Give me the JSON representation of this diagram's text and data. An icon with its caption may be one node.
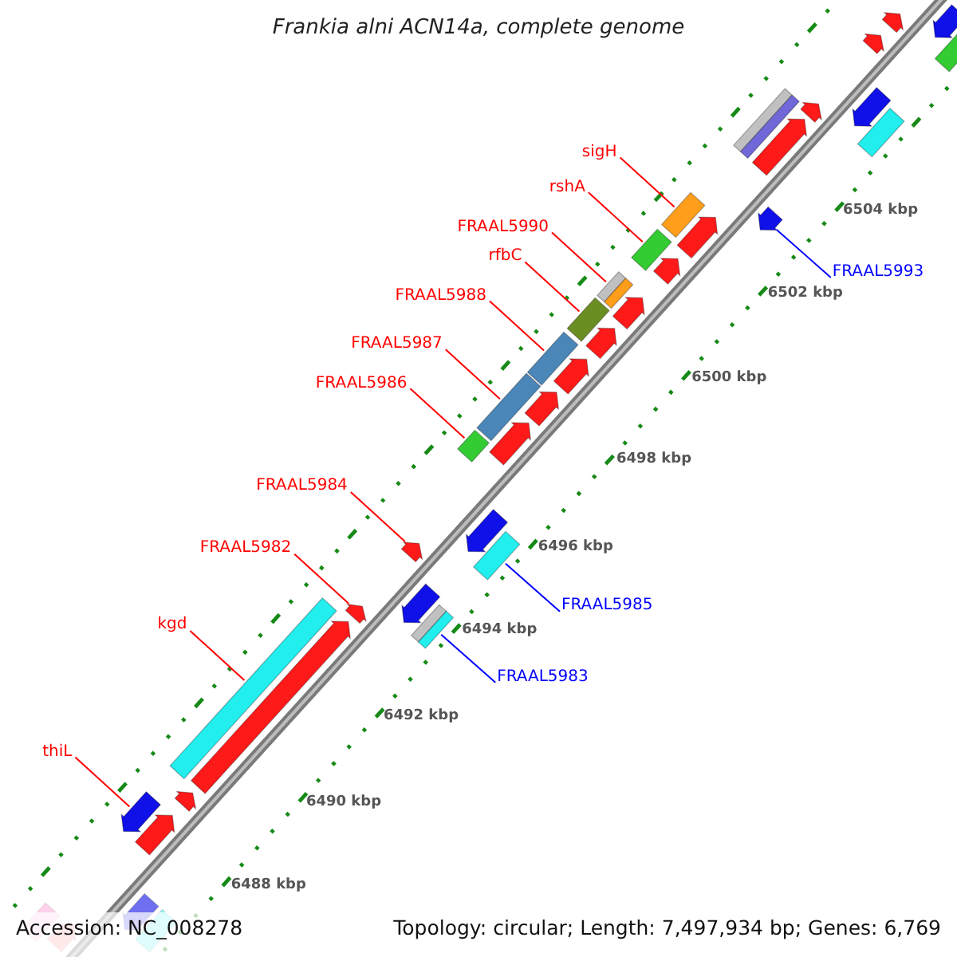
{
  "diagram": {
    "title": "Frankia alni ACN14a, complete genome",
    "nodes": [
      {
        "text": [
          "sigH"
        ]
      },
      {
        "text": [],
        "shape": "box"
      },
      {
        "text": [
          "rshA"
        ]
      },
      {
        "text": [],
        "shape": "box"
      },
      {
        "text": [
          "FRAAL5990"
        ]
      },
      {
        "text": [],
        "shape": "box"
      },
      {
        "text": [
          "rfbC"
        ]
      },
      {
        "text": [],
        "shape": "box"
      },
      {
        "text": [
          "FRAAL5988"
        ]
      },
      {
        "text": [],
        "shape": "box"
      },
      {
        "text": [
          "FRAAL5987"
        ]
      },
      {
        "text": [],
        "shape": "box"
      },
      {
        "text": [
          "FRAAL5986"
        ]
      },
      {
        "text": [],
        "shape": "box"
      },
      {
        "text": [
          "FRAAL5993"
        ]
      },
      {
        "text": [],
        "shape": "arrow"
      },
      {
        "text": [
          "FRAAL5984"
        ]
      },
      {
        "text": [],
        "shape": "arrow"
      },
      {
        "text": [
          "FRAAL5982"
        ]
      },
      {
        "text": [],
        "shape": "arrow"
      },
      {
        "text": [
          "FRAAL5985"
        ]
      },
      {
        "text": [],
        "shape": "box"
      },
      {
        "text": [
          "kgd"
        ]
      },
      {
        "text": [],
        "shape": "box"
      },
      {
        "text": [
          "FRAAL5983"
        ]
      },
      {
        "text": [],
        "shape": "box"
      },
      {
        "text": [
          "thiL"
        ]
      },
      {
        "text": [],
        "shape": "arrow"
      },
      {
        "text": [],
        "shape": "arrow"
      },
      {
        "text": [],
        "shape": "box"
      },
      {
        "text": [],
        "shape": "arrow"
      },
      {
        "text": [],
        "shape": "arrow"
      },
      {
        "text": [],
        "shape": "arrow"
      },
      {
        "text": [],
        "shape": "arrow"
      },
      {
        "text": [],
        "shape": "arrow"
      },
      {
        "text": [],
        "shape": "arrow"
      },
      {
        "text": [],
        "shape": "arrow"
      },
      {
        "text": [],
        "shape": "arrow"
      },
      {
        "text": [],
        "shape": "arrow"
      },
      {
        "text": [],
        "shape": "arrow"
      },
      {
        "text": [],
        "shape": "arrow"
      },
      {
        "text": [],
        "shape": "arrow"
      },
      {
        "text": [],
        "shape": "arrow"
      },
      {
        "text": [],
        "shape": "arrow"
      },
      {
        "text": [],
        "shape": "box"
      },
      {
        "text": [],
        "shape": "arrow"
      },
      {
        "text": [],
        "shape": "box"
      },
      {
        "text": [],
        "shape": "arrow"
      },
      {
        "text": [],
        "shape": "arrow"
      },
      {
        "text": [],
        "shape": "arrow"
      },
      {
        "text": [],
        "shape": "arrow"
      },
      {
        "text": [],
        "shape": "box"
      },
      {
        "text": [],
        "shape": "box"
      }
    ],
    "edges": [
      {
        "from": 0,
        "to": 1,
        "arrow": "none"
      },
      {
        "from": 2,
        "to": 3,
        "arrow": "none"
      },
      {
        "from": 4,
        "to": 5,
        "arrow": "none"
      },
      {
        "from": 6,
        "to": 7,
        "arrow": "none"
      },
      {
        "from": 8,
        "to": 9,
        "arrow": "none"
      },
      {
        "from": 10,
        "to": 11,
        "arrow": "none"
      },
      {
        "from": 12,
        "to": 13,
        "arrow": "none"
      },
      {
        "from": 14,
        "to": 15,
        "arrow": "none",
        "color": "#0000ff"
      },
      {
        "from": 16,
        "to": 17,
        "arrow": "none"
      },
      {
        "from": 18,
        "to": 19,
        "arrow": "none"
      },
      {
        "from": 20,
        "to": 21,
        "arrow": "none",
        "color": "#0000ff"
      },
      {
        "from": 22,
        "to": 23,
        "arrow": "none"
      },
      {
        "from": 24,
        "to": 25,
        "arrow": "none",
        "color": "#0000ff"
      },
      {
        "from": 26,
        "to": 27,
        "arrow": "none"
      }
    ],
    "labels": [
      "6504 kbp",
      "6502 kbp",
      "6500 kbp",
      "6498 kbp",
      "6496 kbp",
      "6494 kbp",
      "6492 kbp",
      "6490 kbp",
      "6488 kbp",
      "Accession: NC_008278",
      "Topology: circular; Length: 7,497,934 bp; Genes: 6,769"
    ]
  }
}
